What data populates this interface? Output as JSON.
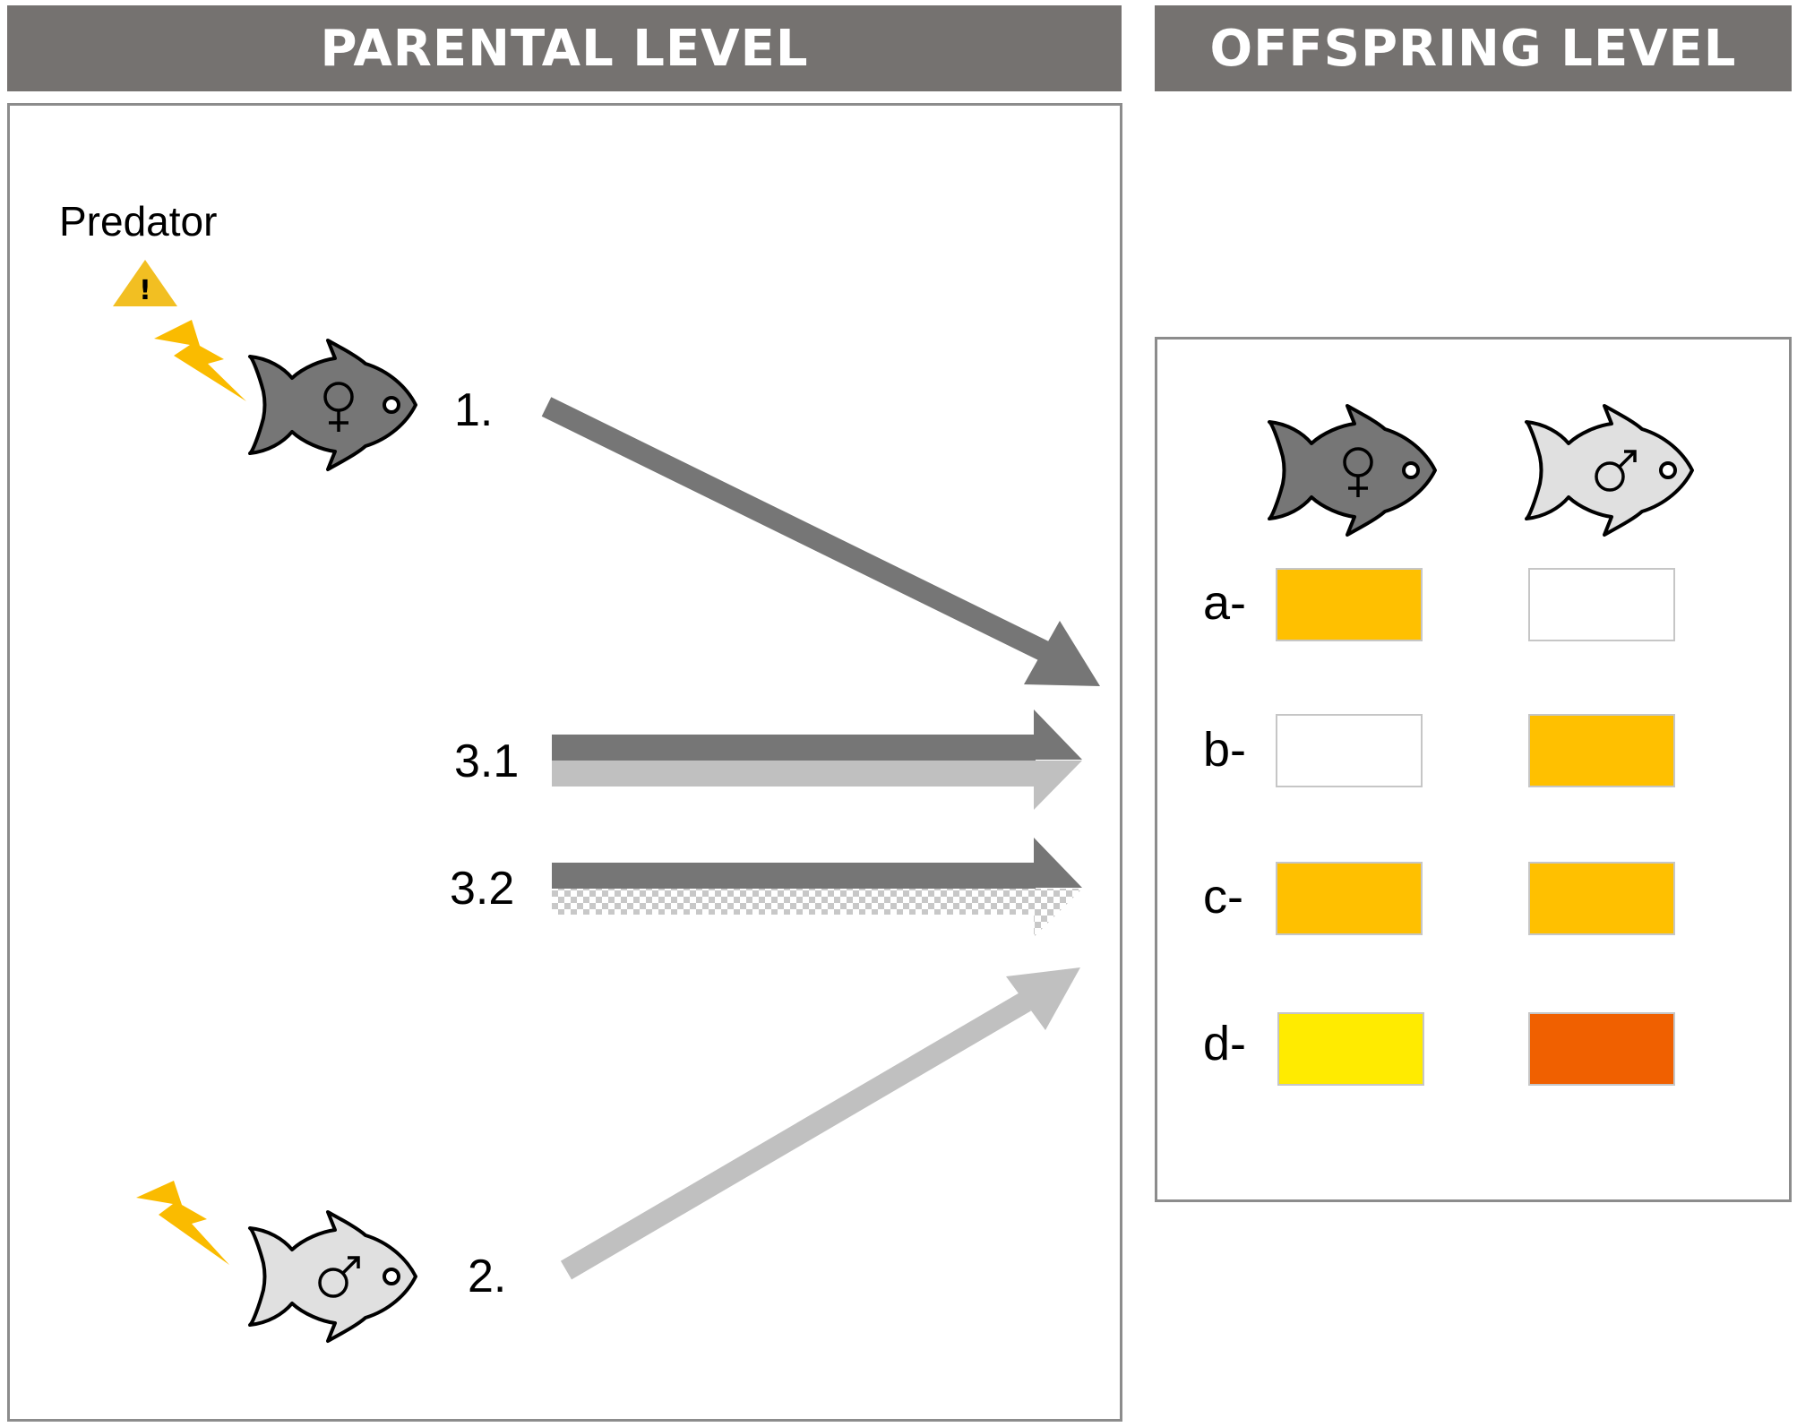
{
  "headers": {
    "parental": "PARENTAL LEVEL",
    "offspring": "OFFSPRING LEVEL"
  },
  "parental": {
    "predator_label": "Predator",
    "warning_symbol": "!",
    "icons": [
      "warning-triangle-icon",
      "lightning-bolt-icon",
      "female-fish-icon",
      "male-fish-icon"
    ],
    "fish": [
      {
        "symbol": "♀",
        "color": "#767676",
        "label": "1."
      },
      {
        "symbol": "♂",
        "color": "#e0e0e0",
        "label": "2."
      }
    ],
    "arrows": [
      {
        "label": "1.",
        "color": "#767676"
      },
      {
        "label": "2.",
        "color": "#c0c0c0"
      },
      {
        "label": "3.1",
        "colors": [
          "#767676",
          "#c0c0c0"
        ]
      },
      {
        "label": "3.2",
        "colors": [
          "#767676",
          "checkered"
        ]
      }
    ]
  },
  "offspring": {
    "columns": [
      {
        "symbol": "♀",
        "color": "#767676"
      },
      {
        "symbol": "♂",
        "color": "#e0e0e0"
      }
    ],
    "rows": [
      {
        "label": "a-",
        "female": "#ffc000",
        "male": "#ffffff"
      },
      {
        "label": "b-",
        "female": "#ffffff",
        "male": "#ffc000"
      },
      {
        "label": "c-",
        "female": "#ffc000",
        "male": "#ffc000"
      },
      {
        "label": "d-",
        "female": "#ffeb00",
        "male": "#f06000"
      }
    ]
  },
  "colors": {
    "header_bg": "#757270",
    "dark_gray": "#767676",
    "light_gray": "#c0c0c0",
    "accent_yellow": "#fabb00",
    "warning_yellow": "#f2bf22"
  }
}
